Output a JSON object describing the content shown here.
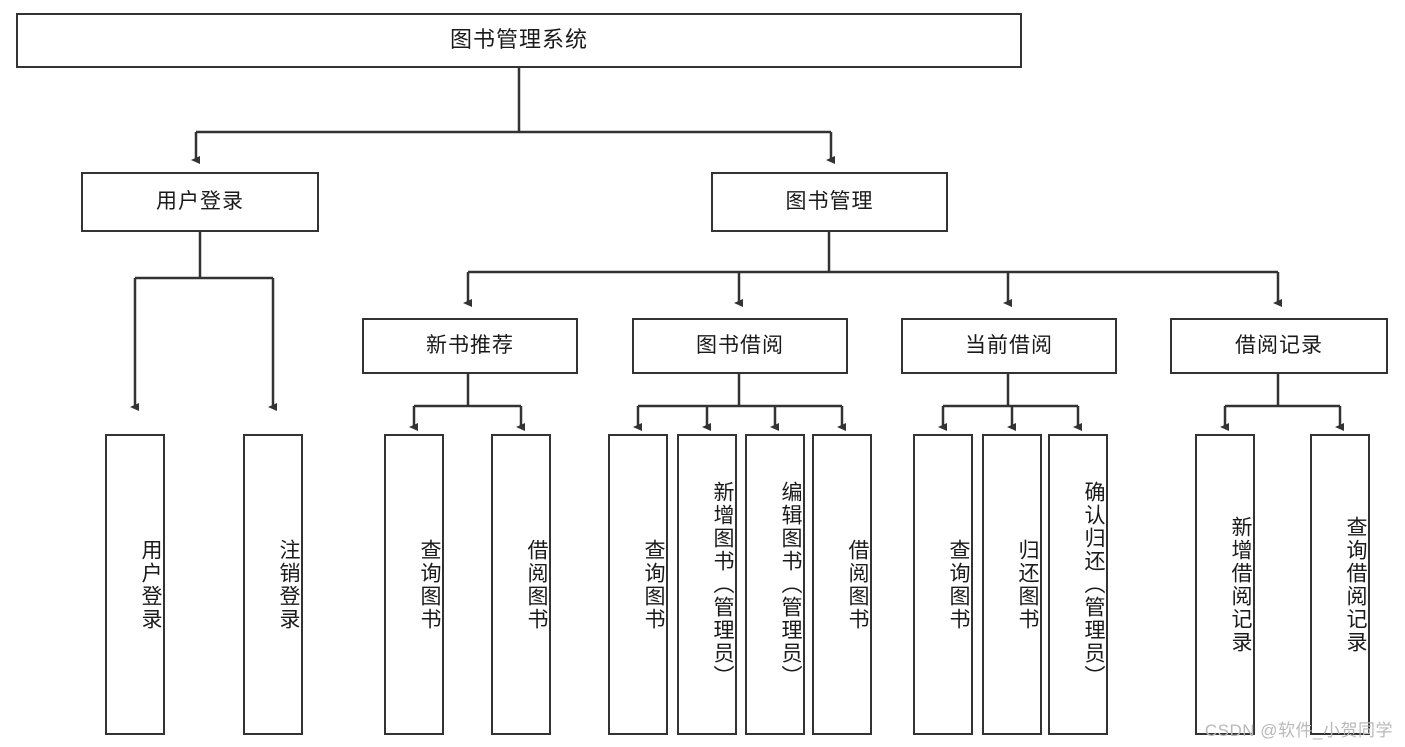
{
  "diagram": {
    "type": "tree",
    "title": "图书管理系统",
    "colors": {
      "stroke": "#333333",
      "fill": "#ffffff",
      "text": "#1a1a1a",
      "watermark": "#b9b9b9"
    },
    "root": {
      "label": "图书管理系统"
    },
    "level2": [
      {
        "id": "user-login",
        "label": "用户登录"
      },
      {
        "id": "book-manage",
        "label": "图书管理"
      }
    ],
    "level3": [
      {
        "id": "new-book-recommend",
        "label": "新书推荐"
      },
      {
        "id": "book-borrow",
        "label": "图书借阅"
      },
      {
        "id": "current-borrow",
        "label": "当前借阅"
      },
      {
        "id": "borrow-record",
        "label": "借阅记录"
      }
    ],
    "leaves": {
      "user_login": [
        {
          "id": "leaf-user-login",
          "label": "用户登录"
        },
        {
          "id": "leaf-logout-login",
          "label": "注销登录"
        }
      ],
      "new_book_recommend": [
        {
          "id": "leaf-query-book-1",
          "label": "查询图书"
        },
        {
          "id": "leaf-borrow-book-1",
          "label": "借阅图书"
        }
      ],
      "book_borrow": [
        {
          "id": "leaf-query-book-2",
          "label": "查询图书"
        },
        {
          "id": "leaf-add-book",
          "label": "新增图书（管理员）"
        },
        {
          "id": "leaf-edit-book",
          "label": "编辑图书（管理员）"
        },
        {
          "id": "leaf-borrow-book-2",
          "label": "借阅图书"
        }
      ],
      "current_borrow": [
        {
          "id": "leaf-query-book-3",
          "label": "查询图书"
        },
        {
          "id": "leaf-return-book",
          "label": "归还图书"
        },
        {
          "id": "leaf-confirm-return",
          "label": "确认归还（管理员）"
        }
      ],
      "borrow_record": [
        {
          "id": "leaf-add-record",
          "label": "新增借阅记录"
        },
        {
          "id": "leaf-query-record",
          "label": "查询借阅记录"
        }
      ]
    }
  },
  "watermark": {
    "text": "CSDN @软件_小贺同学"
  }
}
